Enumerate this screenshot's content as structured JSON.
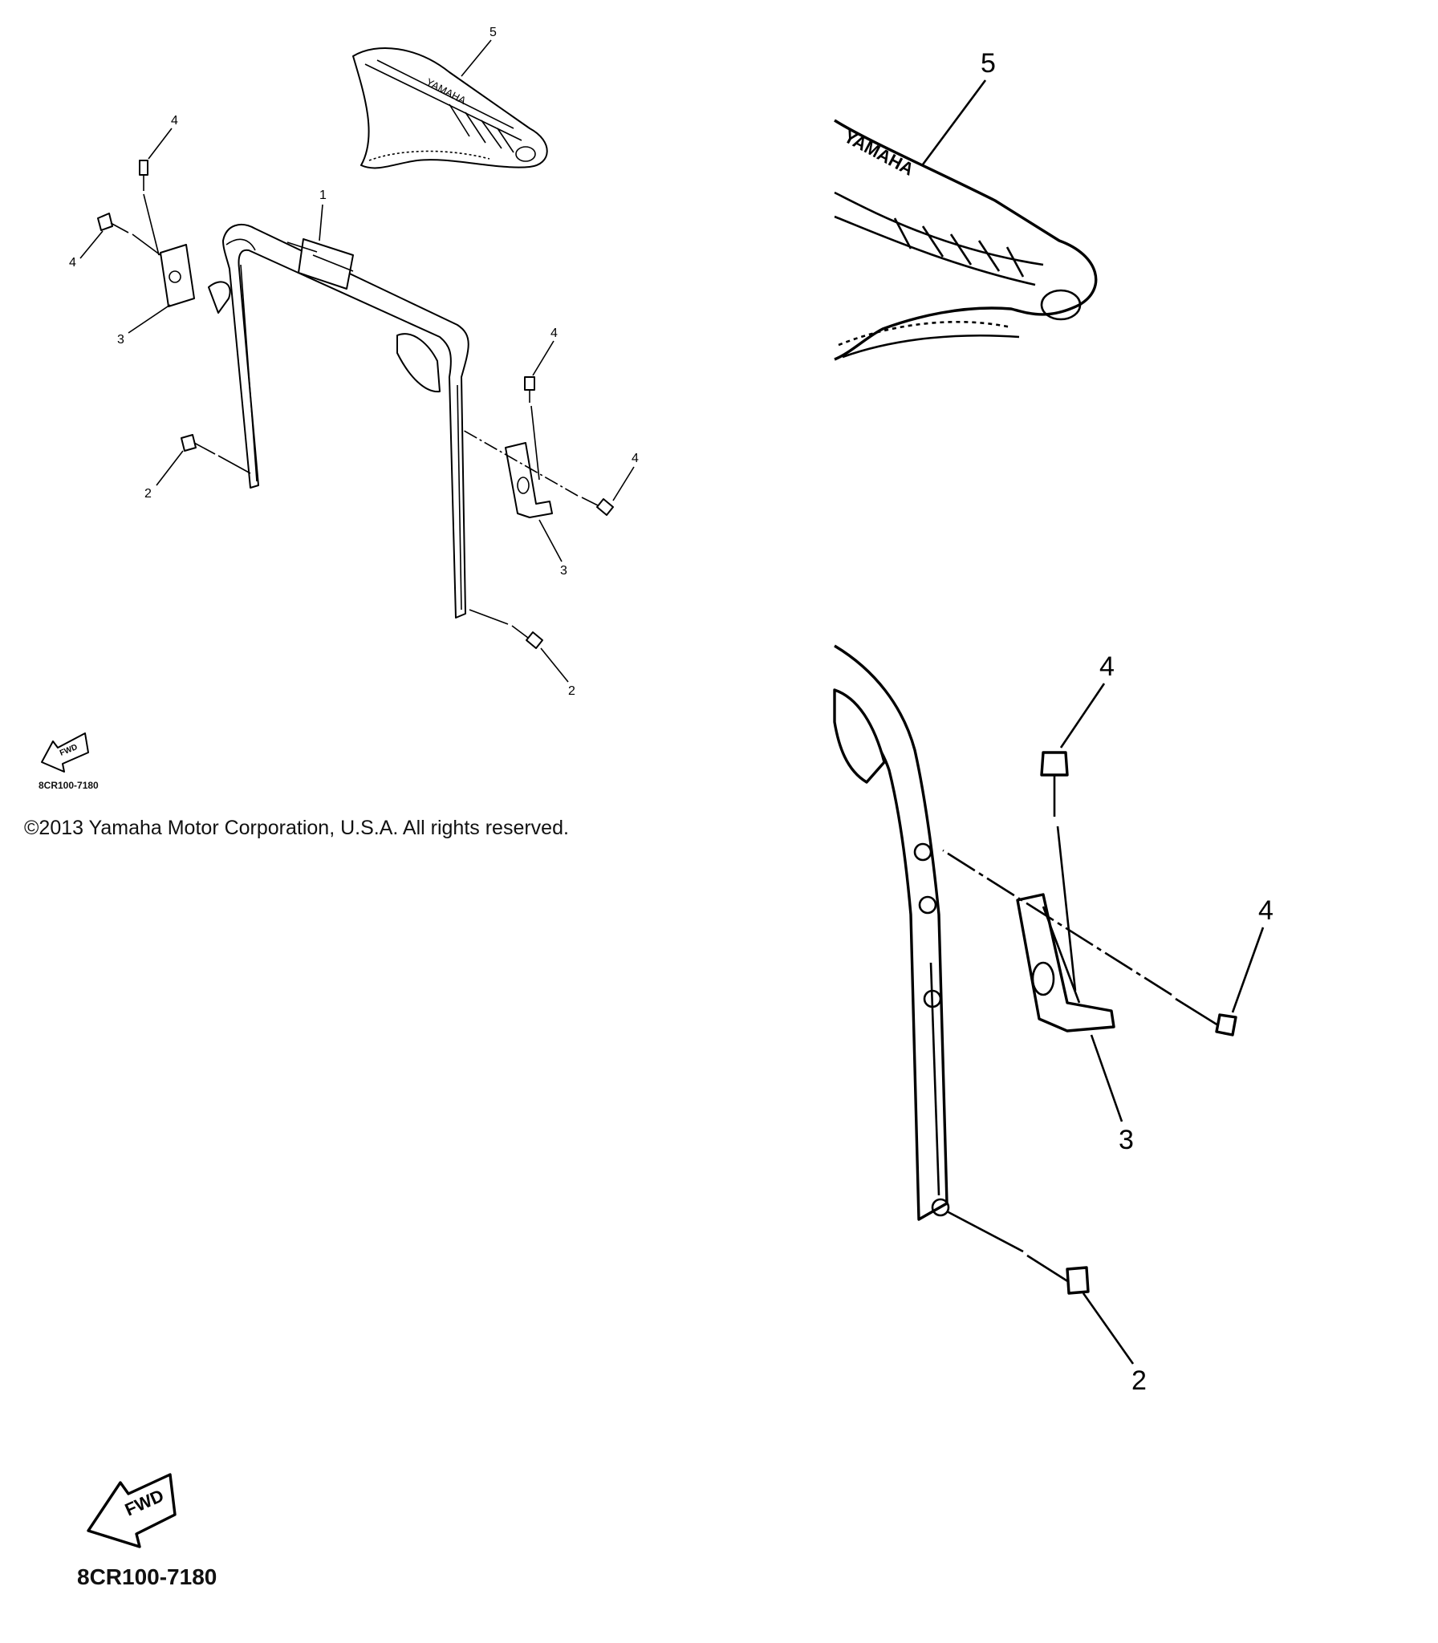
{
  "overview": {
    "callouts": [
      "5",
      "4",
      "1",
      "4",
      "3",
      "4",
      "2",
      "4",
      "3",
      "2"
    ],
    "seat_brand": "YAMAHA",
    "fwd_label": "FWD",
    "diagram_code": "8CR100-7180"
  },
  "copyright": "©2013 Yamaha Motor Corporation, U.S.A. All rights reserved.",
  "detail_top": {
    "callout": "5",
    "seat_brand": "YAMAHA"
  },
  "detail_bottom": {
    "callouts": [
      "4",
      "4",
      "3",
      "2"
    ]
  },
  "footer": {
    "fwd_label": "FWD",
    "diagram_code": "8CR100-7180"
  }
}
